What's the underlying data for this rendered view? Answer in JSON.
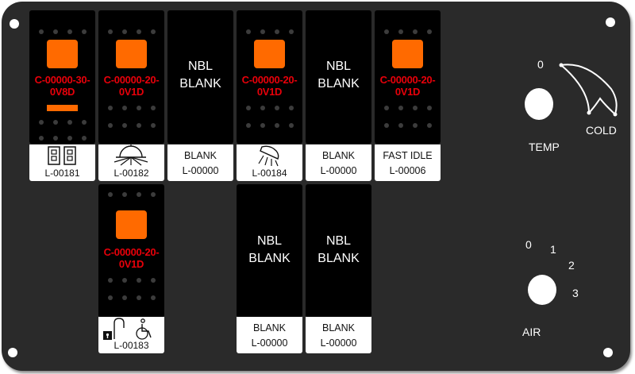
{
  "switches": [
    {
      "code_line1": "C-00000-30-",
      "code_line2": "0V8D",
      "label_code": "L-00181",
      "icon": "dual-fuse-icon"
    },
    {
      "code_line1": "C-00000-20-",
      "code_line2": "0V1D",
      "label_code": "L-00182",
      "icon": "work-light-icon"
    },
    {
      "nbl_line1": "NBL",
      "nbl_line2": "BLANK",
      "label_line1": "BLANK",
      "label_line2": "L-00000"
    },
    {
      "code_line1": "C-00000-20-",
      "code_line2": "0V1D",
      "label_code": "L-00184",
      "icon": "dome-light-icon"
    },
    {
      "nbl_line1": "NBL",
      "nbl_line2": "BLANK",
      "label_line1": "BLANK",
      "label_line2": "L-00000"
    },
    {
      "code_line1": "C-00000-20-",
      "code_line2": "0V1D",
      "label_line1": "FAST IDLE",
      "label_line2": "L-00006"
    },
    {
      "code_line1": "C-00000-20-",
      "code_line2": "0V1D",
      "label_code": "L-00183",
      "icon": "lock-wheelchair-icon"
    },
    {
      "nbl_line1": "NBL",
      "nbl_line2": "BLANK",
      "label_line1": "BLANK",
      "label_line2": "L-00000"
    },
    {
      "nbl_line1": "NBL",
      "nbl_line2": "BLANK",
      "label_line1": "BLANK",
      "label_line2": "L-00000"
    }
  ],
  "temp": {
    "label": "TEMP",
    "zero": "0",
    "cold": "COLD"
  },
  "air": {
    "label": "AIR",
    "n0": "0",
    "n1": "1",
    "n2": "2",
    "n3": "3"
  },
  "colors": {
    "panel": "#2a2a2a",
    "switch": "#000000",
    "lamp": "#ff6a00",
    "code_text": "#e8000a"
  }
}
